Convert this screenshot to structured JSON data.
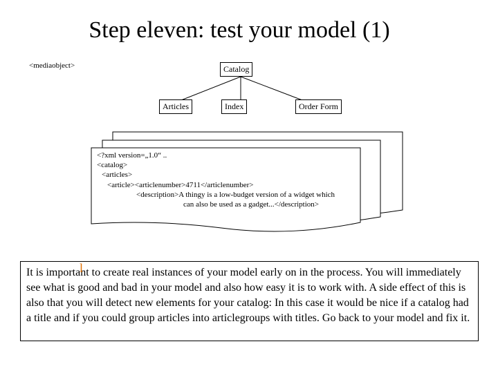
{
  "slide": {
    "title": "Step eleven: test your model (1)",
    "tag_label": "<mediaobject>"
  },
  "tree": {
    "root": "Catalog",
    "children": [
      "Articles",
      "Index",
      "Order Form"
    ]
  },
  "xml_sample": {
    "lines": [
      "<?xml version=„1.0“ ..",
      "<catalog>",
      "<articles>",
      "<article><articlenumber>4711</articlenumber>",
      "<description>A thingy is a low-budget version of a widget which",
      "can also be used as a gadget...</description>"
    ]
  },
  "caption": {
    "text": "It is important to create real instances of your model early on in the process. You will immediately see what is good and bad in your model and also how easy it is to work with. A side effect of this is also that you will detect new elements for your catalog: In this case it would be nice if a catalog had a title and if you could group articles into articlegroups with titles. Go back to your model and fix it."
  },
  "colors": {
    "cursor_mark": "#e07000"
  }
}
